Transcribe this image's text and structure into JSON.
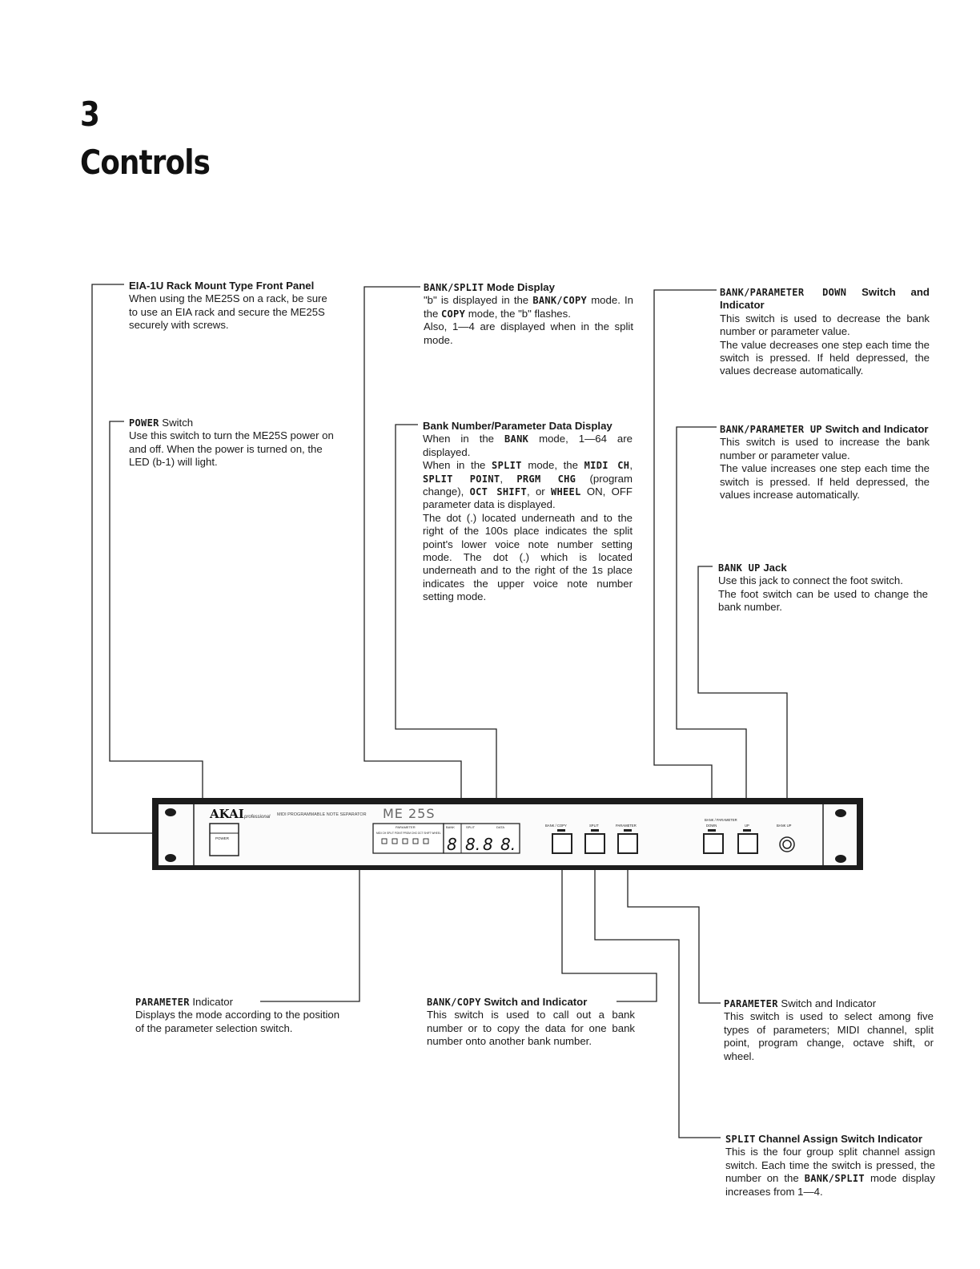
{
  "chapter": {
    "number": "3",
    "title": "Controls"
  },
  "rack_panel": {
    "heading": "EIA-1U Rack Mount Type Front Panel",
    "body": "When using the ME25S on a rack, be sure to use an EIA rack and secure the ME25S securely with screws."
  },
  "power_switch": {
    "heading_kw": "POWER",
    "heading_rest": " Switch",
    "body": "Use this switch to turn the ME25S power on and off. When the power is turned on, the LED (b-1) will light."
  },
  "bank_split_display": {
    "heading_kw": "BANK/SPLIT",
    "heading_rest": " Mode Display",
    "body_1": "\"b\" is displayed in the ",
    "body_kw1": "BANK/COPY",
    "body_2": " mode. In the ",
    "body_kw2": "COPY",
    "body_3": " mode, the \"b\" flashes.",
    "body_4": "Also, 1—4 are displayed when in the split mode."
  },
  "bank_number_display": {
    "heading": "Bank Number/Parameter Data Display",
    "p1_a": "When in the ",
    "p1_kw": "BANK",
    "p1_b": " mode, 1—64 are displayed.",
    "p2_a": "When in the ",
    "p2_kw1": "SPLIT",
    "p2_b": " mode, the ",
    "p2_kw2": "MIDI CH",
    "p2_c": ", ",
    "p2_kw3": "SPLIT POINT",
    "p2_d": ", ",
    "p2_kw4": "PRGM CHG",
    "p2_e": " (program change), ",
    "p2_kw5": "OCT SHIFT",
    "p2_f": ", or ",
    "p2_kw6": "WHEEL",
    "p2_g": " ON, OFF parameter data is displayed.",
    "p3": "The dot (.) located underneath and to the right of the 100s place indicates the split point's lower voice note number setting mode. The dot (.) which is located underneath and to the right of the 1s place indicates the upper voice note number setting mode."
  },
  "bank_param_down": {
    "heading_kw": "BANK/PARAMETER DOWN",
    "heading_rest": " Switch and Indicator",
    "p1": "This switch is used to decrease the bank number or parameter value.",
    "p2": "The value decreases one step each time the switch is pressed. If held depressed, the values decrease automatically."
  },
  "bank_param_up": {
    "heading_kw": "BANK/PARAMETER UP",
    "heading_rest": " Switch and Indicator",
    "p1": "This switch is used to increase the bank number or parameter value.",
    "p2": "The value increases one step each time the switch is pressed. If held depressed, the values increase automatically."
  },
  "bank_up_jack": {
    "heading_kw": "BANK UP",
    "heading_rest": " Jack",
    "p1": "Use this jack to connect the foot switch.",
    "p2": "The foot switch can be used to change the bank number."
  },
  "parameter_indicator": {
    "heading_kw": "PARAMETER",
    "heading_rest": " Indicator",
    "body": "Displays the mode according to the position of the parameter selection switch."
  },
  "bank_copy_switch": {
    "heading_kw": "BANK/COPY",
    "heading_rest": " Switch and Indicator",
    "body": "This switch is used to call out a bank number or to copy the data for one bank number onto another bank number."
  },
  "parameter_switch": {
    "heading_kw": "PARAMETER",
    "heading_rest": " Switch and Indicator",
    "body": "This switch is used to select among five types of parameters; MIDI channel, split point, program change, octave shift, or wheel."
  },
  "split_channel": {
    "heading_kw": "SPLIT",
    "heading_rest": " Channel Assign Switch Indicator",
    "body_a": "This is the four group split channel assign switch. Each time the switch is pressed, the number on the ",
    "body_kw": "BANK/SPLIT",
    "body_b": " mode display increases from 1—4."
  },
  "device": {
    "brand": "AKAI",
    "brand_sub": "professional",
    "desc": "MIDI PROGRAMMABLE NOTE SEPARATOR",
    "model": "ME 25S",
    "power_label": "POWER",
    "param_header": "PARAMETER",
    "param_labels": "MIDI CH  SPLIT POINT  PRGM CHG  OCT SHIFT  WHEEL",
    "bank_label": "BANK",
    "split_label": "SPLIT",
    "data_label": "DATA",
    "digits": [
      "8",
      "8.",
      "8",
      "8."
    ],
    "btn_bank_copy": "BANK / COPY",
    "btn_split": "SPLIT",
    "btn_parameter": "PARAMETER",
    "btn_bank_param": "BANK / PARAMETER",
    "btn_down": "DOWN",
    "btn_up": "UP",
    "jack_label": "BANK UP"
  }
}
